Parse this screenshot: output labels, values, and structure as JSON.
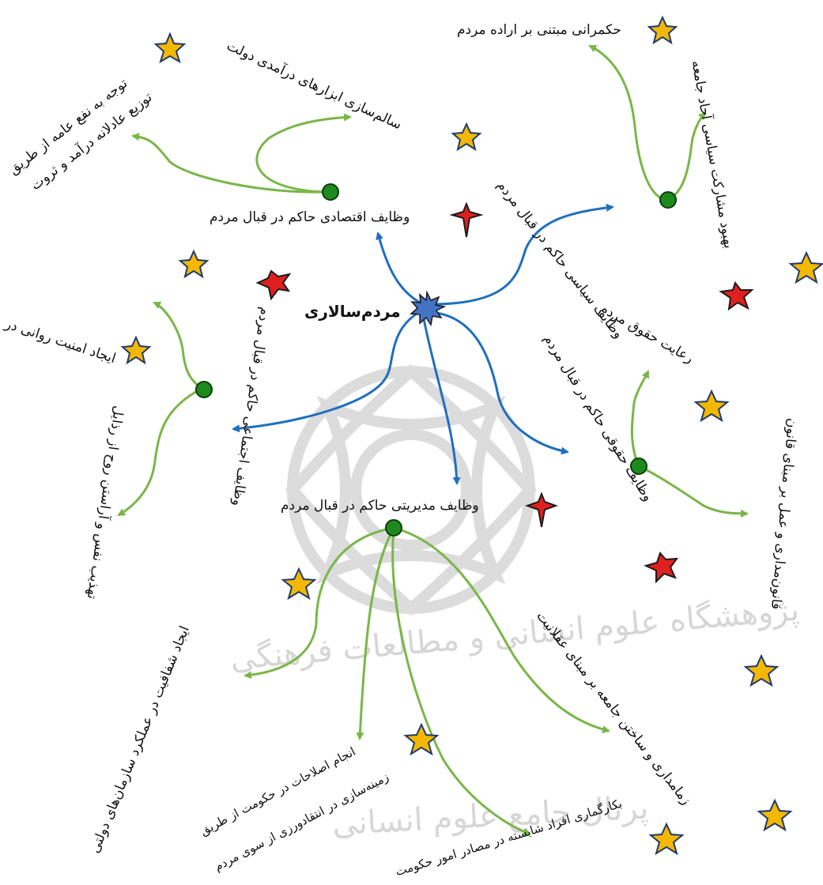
{
  "diagram": {
    "center": "مردم‌سالاری",
    "branches": {
      "economic": {
        "label": "وظایف اقتصادی حاکم در قبال مردم",
        "items": [
          "توجه به نفع عامه از طریق",
          "توزیع عادلانه درآمد و ثروت",
          "سالم‌سازی ابزارهای درآمدی دولت"
        ]
      },
      "political": {
        "label": "وظایف سیاسی حاکم در قبال مردم",
        "items": [
          "حکمرانی مبتنی بر اراده مردم",
          "بهبود مشارکت سیاسی آحاد جامعه"
        ]
      },
      "social": {
        "label": "وظایف اجتماعی حاکم در قبال مردم",
        "items": [
          "ایجاد امنیت روانی در",
          "تهذیب نفس و آراستن روح از رذایل"
        ]
      },
      "legal": {
        "label": "وظایف حقوقی حاکم در قبال مردم",
        "items": [
          "رعایت حقوق مردم",
          "قانون‌مداری و عمل بر مبنای قانون"
        ]
      },
      "managerial": {
        "label": "وظایف مدیریتی حاکم در قبال مردم",
        "items": [
          "ایجاد شفافیت در عملکرد سازمان‌های دولتی",
          "انجام اصلاحات در حکومت از طریق",
          "زمینه‌سازی در انتقادورزی از سوی مردم",
          "بکارگماری افراد شایسته در مصادر امور حکومت",
          "زمامداری و ساختن جامعه بر مبنای عقلانیت"
        ]
      }
    }
  },
  "watermark": {
    "line1": "پژوهشگاه علوم انسانی و مطالعات فرهنگی",
    "line2": "پرتال جامع علوم انسانی"
  },
  "colors": {
    "blue_arrow": "#1f6fbf",
    "green_arrow": "#7ab648",
    "node_fill": "#1e8a1e",
    "star_gold": "#f5b800",
    "star_red": "#e02020",
    "star_outline": "#1f3a6b"
  }
}
